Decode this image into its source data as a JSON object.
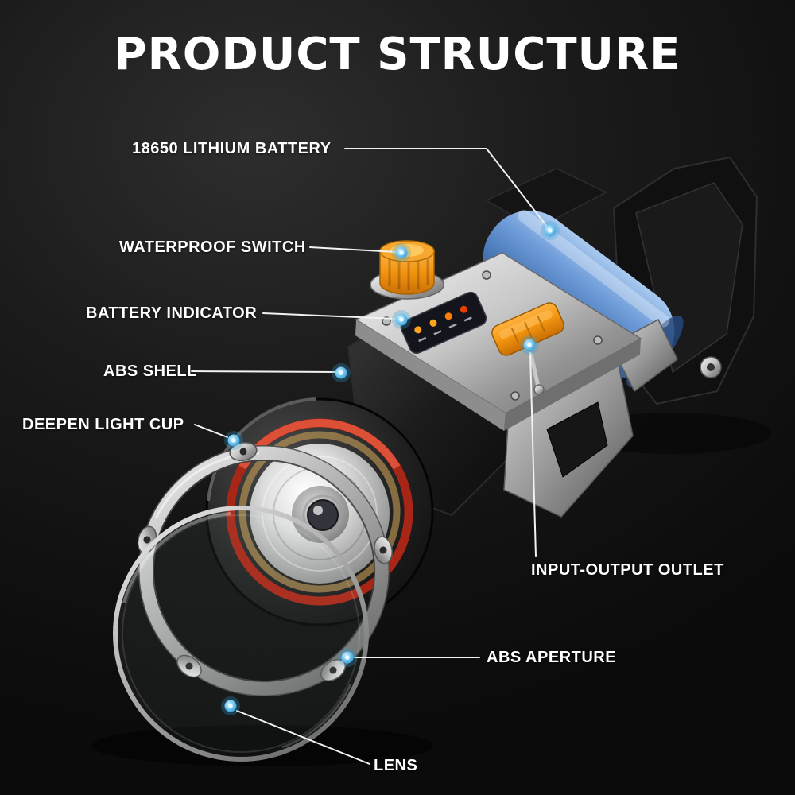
{
  "title": "PRODUCT STRUCTURE",
  "labels": [
    {
      "id": "lithium-battery",
      "text": "18650 LITHIUM BATTERY"
    },
    {
      "id": "waterproof-switch",
      "text": "WATERPROOF SWITCH"
    },
    {
      "id": "battery-indicator",
      "text": "BATTERY INDICATOR"
    },
    {
      "id": "abs-shell",
      "text": "ABS SHELL"
    },
    {
      "id": "deepen-light-cup",
      "text": "DEEPEN LIGHT CUP"
    },
    {
      "id": "input-output-outlet",
      "text": "INPUT-OUTPUT OUTLET"
    },
    {
      "id": "abs-aperture",
      "text": "ABS APERTURE"
    },
    {
      "id": "lens",
      "text": "LENS"
    }
  ],
  "colors": {
    "background": "#161616",
    "title_text": "#ffffff",
    "label_text": "#ffffff",
    "leader_line": "#f2f2f2",
    "callout_dot": "#2e9fd6",
    "switch_orange": "#f59d1e",
    "outlet_orange": "#ef8f12",
    "battery_blue": "#5d8ed0",
    "light_cup_red_ring": "#b52f1d",
    "shell_black": "#141414",
    "metal_silver": "#c9c9c9"
  }
}
